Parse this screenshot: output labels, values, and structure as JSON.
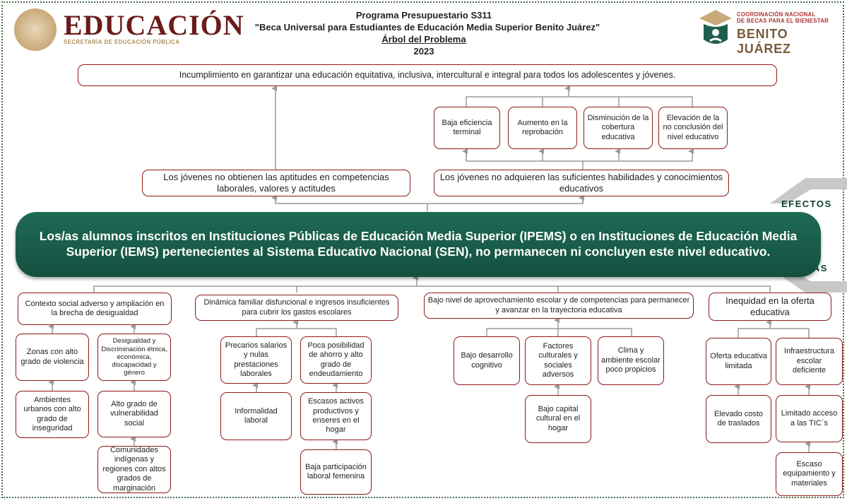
{
  "header": {
    "logo_left_title": "EDUCACIÓN",
    "logo_left_subtitle": "SECRETARÍA DE EDUCACIÓN PÚBLICA",
    "program_line": "Programa Presupuestario S311",
    "program_name": "\"Beca Universal para Estudiantes de Educación Media Superior Benito Juárez\"",
    "doc_title": "Árbol del Problema",
    "year": "2023",
    "logo_right_line1": "COORDINACIÓN NACIONAL",
    "logo_right_line2": "DE BECAS PARA EL BIENESTAR",
    "logo_right_name": "BENITO JUÁREZ"
  },
  "effects": {
    "tag": "EFECTOS",
    "top": "Incumplimiento en garantizar una educación equitativa, inclusiva, intercultural e integral para todos los adolescentes y jóvenes.",
    "e1": "Baja eficiencia terminal",
    "e2": "Aumento en la reprobación",
    "e3": "Disminución de la cobertura educativa",
    "e4": "Elevación de la no conclusión del nivel educativo",
    "left": "Los jóvenes no obtienen las aptitudes en competencias laborales, valores y actitudes",
    "right": "Los jóvenes no adquieren las suficientes habilidades y conocimientos educativos"
  },
  "problem": "Los/as alumnos inscritos en Instituciones Públicas de Educación Media Superior (IPEMS) o en Instituciones de Educación Media Superior (IEMS) pertenecientes al Sistema Educativo Nacional (SEN), no permanecen ni concluyen este nivel educativo.",
  "causes": {
    "tag": "CAUSAS",
    "c1": {
      "title": "Contexto social adverso y ampliación en la brecha de desigualdad",
      "a1": "Zonas con alto grado de violencia",
      "a2": "Ambientes urbanos con alto grado de inseguridad",
      "b1": "Desigualdad y Discriminación étnica, económica, discapacidad y género",
      "b2": "Alto grado de vulnerabilidad social",
      "b3": "Comunidades indígenas y regiones con altos grados de marginación"
    },
    "c2": {
      "title": "Dinámica familiar disfuncional e ingresos insuficientes para cubrir los gastos escolares",
      "a1": "Precarios salarios y nulas prestaciones laborales",
      "a2": "Informalidad laboral",
      "b1": "Poca posibilidad de ahorro y alto grado de endeudamiento",
      "b2": "Escasos activos productivos y enseres en el hogar",
      "b3": "Baja participación laboral femenina"
    },
    "c3": {
      "title": "Bajo nivel de aprovechamiento escolar y de competencias para permanecer y avanzar en la trayectoria educativa",
      "a1": "Bajo desarrollo cognitivo",
      "b1": "Factores culturales y sociales adversos",
      "b2": "Bajo capital cultural en el hogar",
      "c1": "Clima y ambiente escolar poco propicios"
    },
    "c4": {
      "title": "Inequidad en la oferta educativa",
      "a1": "Oferta educativa limitada",
      "a2": "Elevado costo de traslados",
      "b1": "Infraestructura escolar deficiente",
      "b2": "Limitado acceso a las TIC´s",
      "b3": "Escaso equipamiento y materiales"
    }
  },
  "colors": {
    "border": "#8b1a1a",
    "banner": "#1a5e4b",
    "connector": "#9a9a9a"
  }
}
